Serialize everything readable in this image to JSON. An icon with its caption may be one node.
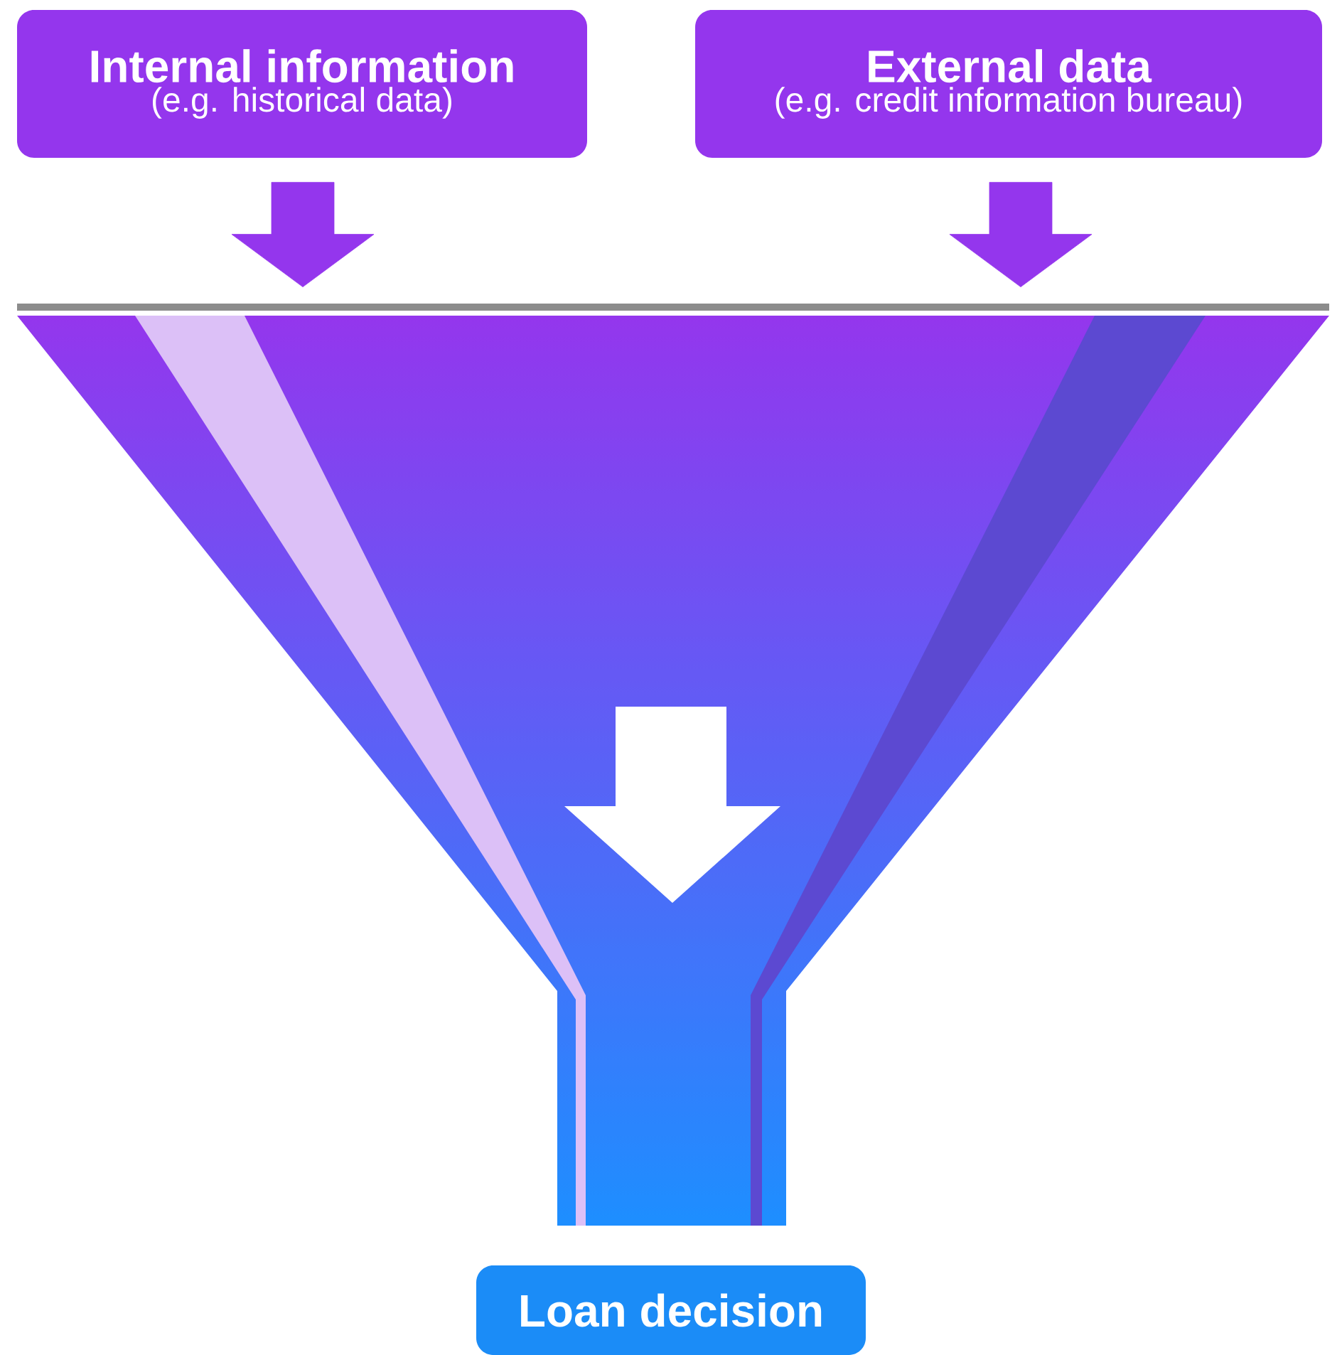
{
  "diagram": {
    "nodes": [
      {
        "text": [
          "Internal information",
          "(e.g. historical data)"
        ]
      },
      {
        "text": [
          "External data",
          "(e.g. credit information bureau)"
        ]
      },
      {
        "text": [],
        "shape": "funnel"
      },
      {
        "text": [
          "Loan decision"
        ]
      }
    ],
    "edges": [
      {
        "from": 0,
        "to": 2,
        "arrow": "to"
      },
      {
        "from": 1,
        "to": 2,
        "arrow": "to"
      }
    ]
  }
}
